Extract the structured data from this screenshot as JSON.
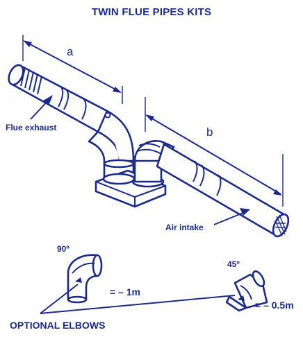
{
  "title": "TWIN FLUE PIPES KITS",
  "labels": {
    "dim_a": "a",
    "dim_b": "b",
    "flue_exhaust": "Flue exhaust",
    "air_intake": "Air intake",
    "angle_90": "90º",
    "angle_45": "45º",
    "elbow_90_value": "= – 1m",
    "elbow_45_value": "= – 0.5m",
    "optional_elbows": "OPTIONAL ELBOWS"
  },
  "colors": {
    "line": "#1a2a8c",
    "background": "#ffffff"
  }
}
